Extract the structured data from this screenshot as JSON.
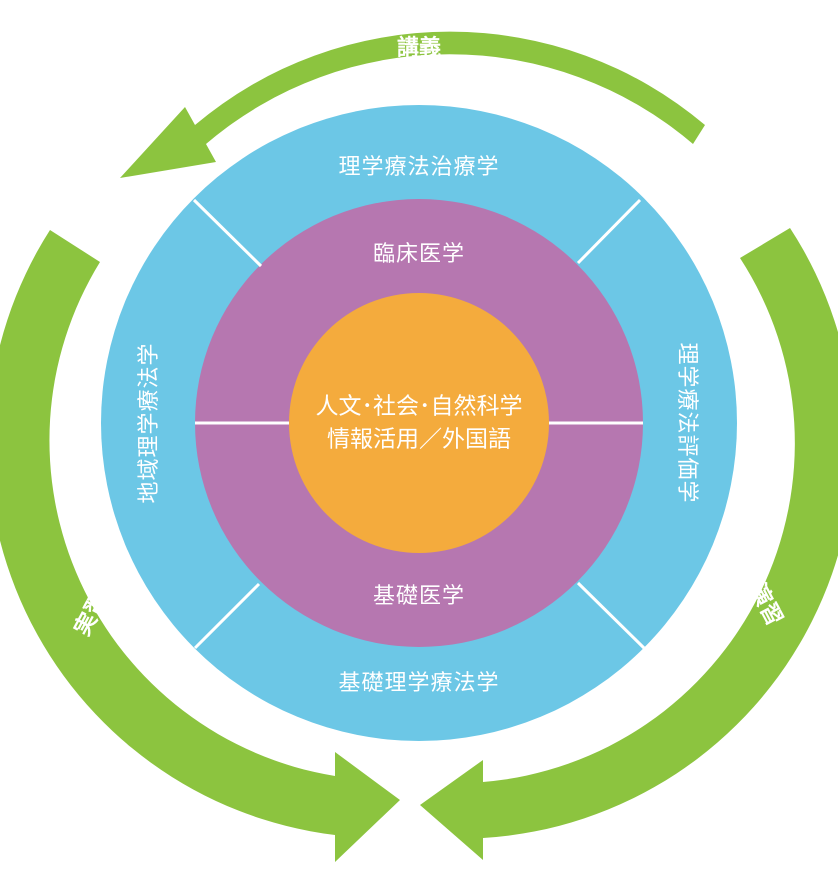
{
  "colors": {
    "arrow": "#8cc43f",
    "outer_ring": "#6cc7e6",
    "middle_ring": "#b677b0",
    "core": "#f4ab3d",
    "divider": "#ffffff",
    "text": "#ffffff"
  },
  "cycle": {
    "lecture": "講義",
    "practice": "実習",
    "exercise": "演習"
  },
  "outer_ring": {
    "top": "理学療法治療学",
    "bottom": "基礎理学療法学",
    "left": "地域理学療法学",
    "right": "理学療法評価学"
  },
  "middle_ring": {
    "top": "臨床医学",
    "bottom": "基礎医学"
  },
  "core": {
    "line1": "人文･社会･自然科学",
    "line2": "情報活用／外国語"
  }
}
